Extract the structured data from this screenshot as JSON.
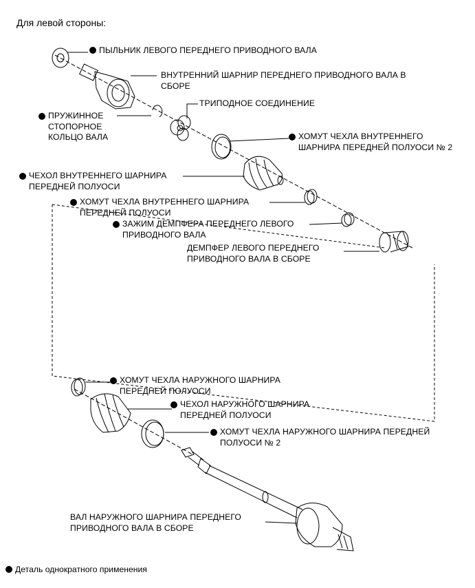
{
  "title": "Для левой стороны:",
  "legend": {
    "marker": "●",
    "text": "Деталь однократного применения"
  },
  "labels": {
    "dust_deflector": "ПЫЛЬНИК ЛЕВОГО ПЕРЕДНЕГО ПРИВОДНОГО ВАЛА",
    "inboard_joint": "ВНУТРЕННИЙ ШАРНИР ПЕРЕДНЕГО ПРИВОДНОГО ВАЛА В\nСБОРЕ",
    "snap_ring": "ПРУЖИННОЕ\nСТОПОРНОЕ\nКОЛЬЦО ВАЛА",
    "tripod": "ТРИПОДНОЕ СОЕДИНЕНИЕ",
    "inboard_clamp_no2": "ХОМУТ ЧЕХЛА ВНУТРЕННЕГО\nШАРНИРА ПЕРЕДНЕЙ ПОЛУОСИ № 2",
    "inboard_boot": "ЧЕХОЛ ВНУТРЕННЕГО ШАРНИРА\nПЕРЕДНЕЙ ПОЛУОСИ",
    "inboard_clamp": "ХОМУТ ЧЕХЛА ВНУТРЕННЕГО ШАРНИРА\nПЕРЕДНЕЙ ПОЛУОСИ",
    "damper_clamp": "ЗАЖИМ ДЕМПФЕРА ПЕРЕДНЕГО ЛЕВОГО\nПРИВОДНОГО ВАЛА",
    "damper": "ДЕМПФЕР ЛЕВОГО ПЕРЕДНЕГО\nПРИВОДНОГО ВАЛА В СБОРЕ",
    "outboard_clamp": "ХОМУТ ЧЕХЛА НАРУЖНОГО ШАРНИРА\nПЕРЕДНЕЙ ПОЛУОСИ",
    "outboard_boot": "ЧЕХОЛ НАРУЖНОГО ШАРНИРА\nПЕРЕДНЕЙ ПОЛУОСИ",
    "outboard_clamp_no2": "ХОМУТ ЧЕХЛА НАРУЖНОГО ШАРНИРА ПЕРЕДНЕЙ\nПОЛУОСИ № 2",
    "outboard_shaft": "ВАЛ НАРУЖНОГО ШАРНИРА ПЕРЕДНЕГО\nПРИВОДНОГО ВАЛА В СБОРЕ"
  }
}
